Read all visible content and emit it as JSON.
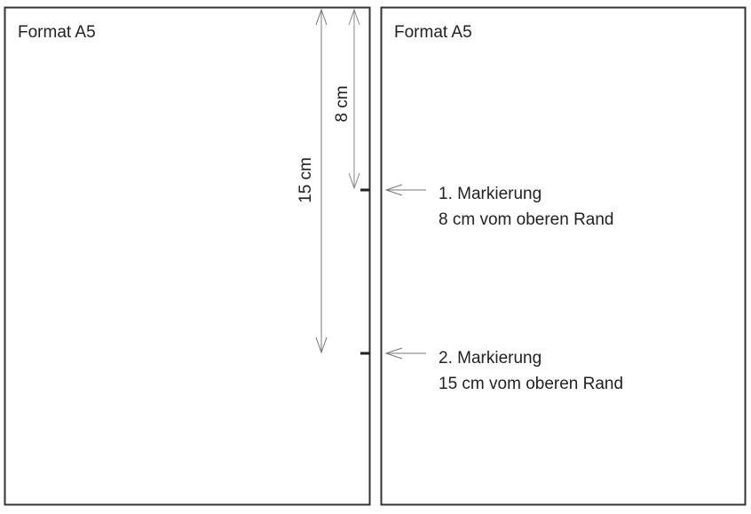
{
  "pages": [
    {
      "label": "Format A5"
    },
    {
      "label": "Format A5"
    }
  ],
  "dimensions": {
    "d15": "15 cm",
    "d8": "8 cm"
  },
  "markings": [
    {
      "title": "1. Markierung",
      "desc": "8 cm vom oberen Rand"
    },
    {
      "title": "2. Markierung",
      "desc": "15 cm vom oberen Rand"
    }
  ]
}
